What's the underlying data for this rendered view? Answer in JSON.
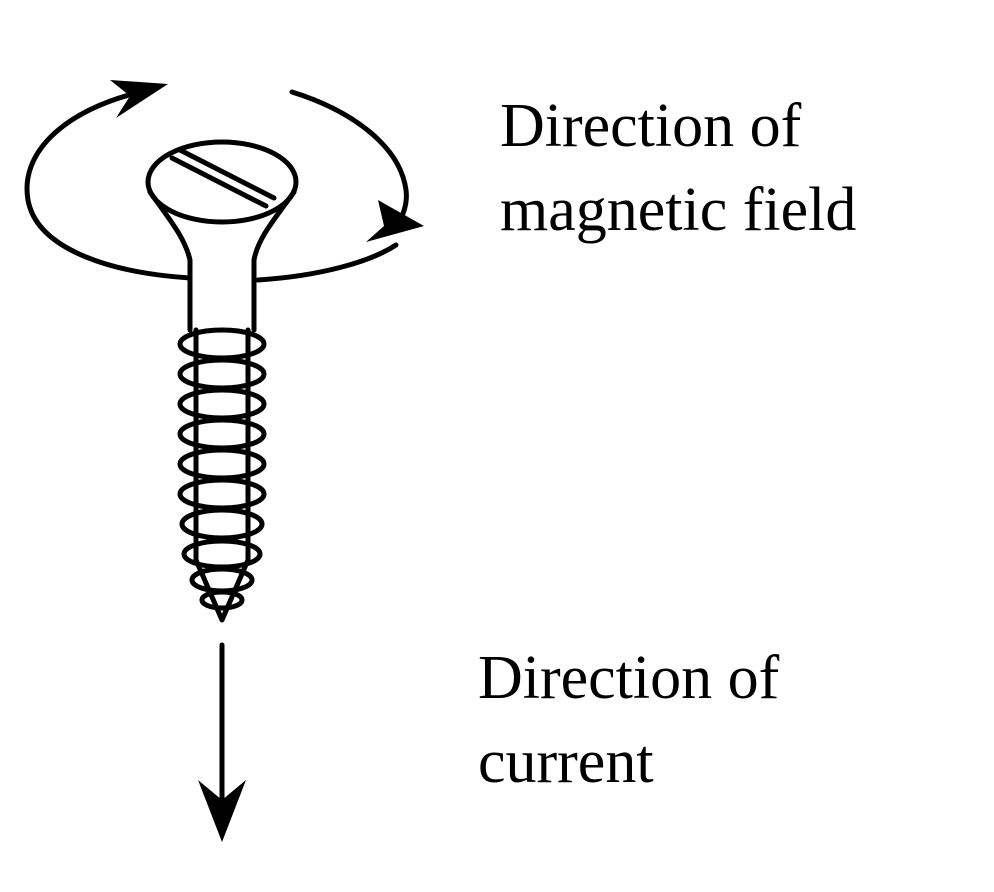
{
  "labels": {
    "magnetic_field": {
      "line1": "Direction of",
      "line2": "magnetic field"
    },
    "current": {
      "line1": "Direction of",
      "line2": "current"
    }
  },
  "colors": {
    "stroke": "#000000",
    "background": "#ffffff"
  },
  "icons": {
    "screw": "screw-icon",
    "field_arrow": "circular-arrow-icon",
    "current_arrow": "arrow-down-icon"
  }
}
